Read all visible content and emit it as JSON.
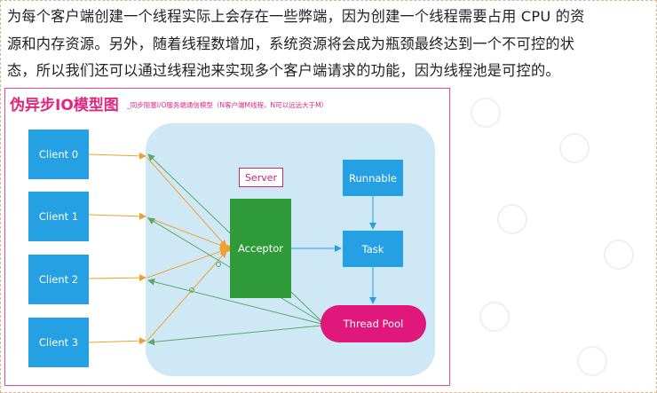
{
  "paragraph": {
    "lines": [
      "为每个客户端创建一个线程实际上会存在一些弊端，因为创建一个线程需要占用 CPU 的资",
      "源和内存资源。另外，随着线程数增加，系统资源将会成为瓶颈最终达到一个不可控的状",
      "态，所以我们还可以通过线程池来实现多个客户端请求的功能，因为线程池是可控的。"
    ]
  },
  "diagram": {
    "title": "伪异步IO模型图",
    "subtitle": "_同步阻塞I/O服务端通信模型（N客户端M线程，N可以远远大于M）",
    "clients": [
      "Client 0",
      "Client 1",
      "Client 2",
      "Client 3"
    ],
    "server_label": "Server",
    "acceptor_label": "Acceptor",
    "runnable_label": "Runnable",
    "task_label": "Task",
    "pool_label": "Thread Pool",
    "colors": {
      "client": "#25a0e2",
      "acceptor": "#2f9a39",
      "pool": "#e0187b",
      "request_arrow": "#f0a030",
      "response_arrow": "#5aa86a",
      "flow_arrow": "#25a0e2",
      "accent": "#e2267f"
    }
  }
}
